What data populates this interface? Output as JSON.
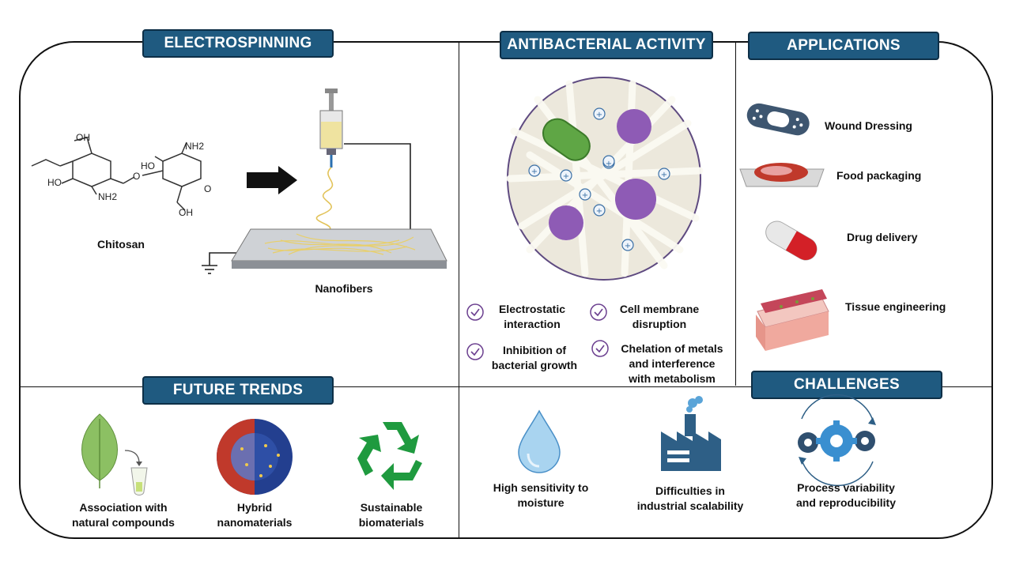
{
  "headers": {
    "electrospinning": "ELECTROSPINNING",
    "antibacterial": "ANTIBACTERIAL ACTIVITY",
    "applications": "APPLICATIONS",
    "future": "FUTURE TRENDS",
    "challenges": "CHALLENGES"
  },
  "electrospinning": {
    "chitosan_label": "Chitosan",
    "nanofibers_label": "Nanofibers",
    "chem": {
      "oh1": "OH",
      "oh2": "HO",
      "oh3": "HO",
      "oh4": "OH",
      "nh2a": "NH2",
      "nh2b": "NH2"
    }
  },
  "antibacterial": {
    "mechanisms": [
      {
        "line1": "Electrostatic",
        "line2": "interaction"
      },
      {
        "line1": "Cell membrane",
        "line2": "disruption"
      },
      {
        "line1": "Inhibition of",
        "line2": "bacterial growth"
      },
      {
        "line1": "Chelation of metals",
        "line2": "and interference",
        "line3": "with metabolism"
      }
    ]
  },
  "applications": {
    "items": [
      "Wound Dressing",
      "Food packaging",
      "Drug delivery",
      "Tissue engineering"
    ]
  },
  "future": {
    "items": [
      {
        "line1": "Association with",
        "line2": "natural compounds"
      },
      {
        "line1": "Hybrid",
        "line2": "nanomaterials"
      },
      {
        "line1": "Sustainable",
        "line2": "biomaterials"
      }
    ]
  },
  "challenges": {
    "items": [
      {
        "line1": "High sensitivity to",
        "line2": "moisture"
      },
      {
        "line1": "Difficulties in",
        "line2": "industrial scalability"
      },
      {
        "line1": "Process variability",
        "line2": "and reproducibility"
      }
    ]
  },
  "colors": {
    "header_bg": "#1f5a80",
    "header_border": "#0d2f47",
    "check": "#6b3f8f"
  }
}
